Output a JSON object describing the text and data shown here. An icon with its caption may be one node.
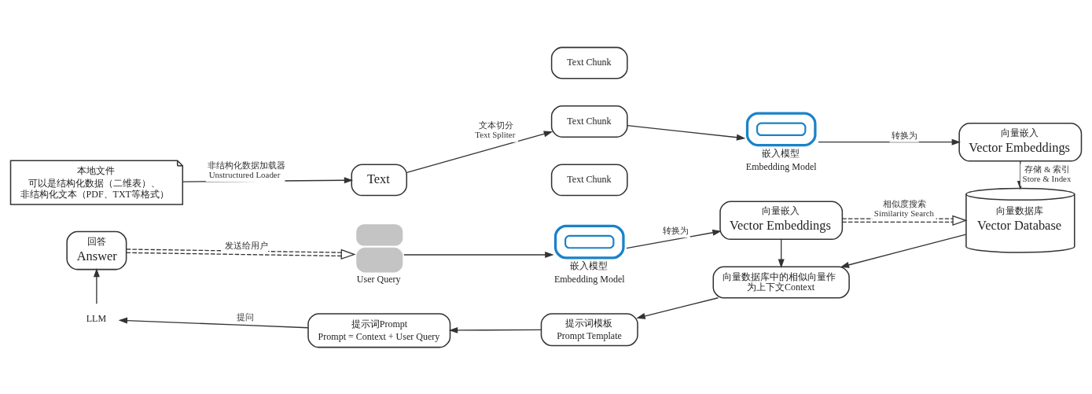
{
  "diagram": {
    "nodes": [
      {
        "text": [
          "本地文件",
          "可以是结构化数据（二维表）、非结构化文本（PDF、TXT等格式）"
        ]
      },
      {
        "text": [
          "Text"
        ]
      },
      {
        "text": [
          "Text Chunk"
        ]
      },
      {
        "text": [
          "Text Chunk"
        ]
      },
      {
        "text": [
          "Text Chunk"
        ]
      },
      {
        "text": [
          "嵌入模型",
          "Embedding Model"
        ]
      },
      {
        "text": [
          "向量嵌入",
          "Vector Embeddings"
        ]
      },
      {
        "text": [
          "回答",
          "Answer"
        ]
      },
      {
        "text": [
          "User Query"
        ]
      },
      {
        "text": [
          "嵌入模型",
          "Embedding Model"
        ]
      },
      {
        "text": [
          "向量嵌入",
          "Vector Embeddings"
        ]
      },
      {
        "text": [
          "向量数据库",
          "Vector Database"
        ]
      },
      {
        "text": [
          "LLM"
        ]
      },
      {
        "text": [
          "提示词Prompt",
          "Prompt = Context + User Query"
        ]
      },
      {
        "text": [
          "提示词模板",
          "Prompt Template"
        ]
      },
      {
        "text": [
          "向量数据库中的相似向量作为上下文Context"
        ]
      }
    ],
    "edges": [
      {
        "from": 0,
        "to": 1,
        "arrow": "to",
        "label": "非结构化数据加载器 Unstructured Loader"
      },
      {
        "from": 1,
        "to": 3,
        "arrow": "to",
        "label": "文本切分 Text Spliter"
      },
      {
        "from": 3,
        "to": 5,
        "arrow": "to"
      },
      {
        "from": 5,
        "to": 6,
        "arrow": "to",
        "label": "转换为"
      },
      {
        "from": 6,
        "to": 11,
        "arrow": "to",
        "label": "存储 & 索引 Store & Index"
      },
      {
        "from": 7,
        "to": 8,
        "arrow": "to",
        "label": "发送给用户",
        "style": "dashed"
      },
      {
        "from": 8,
        "to": 9,
        "arrow": "to"
      },
      {
        "from": 9,
        "to": 10,
        "arrow": "to",
        "label": "转换为"
      },
      {
        "from": 10,
        "to": 11,
        "arrow": "to",
        "label": "相似度搜索 Similarity Search",
        "style": "dashed"
      },
      {
        "from": 10,
        "to": 15,
        "arrow": "to"
      },
      {
        "from": 11,
        "to": 15,
        "arrow": "to"
      },
      {
        "from": 15,
        "to": 14,
        "arrow": "to"
      },
      {
        "from": 14,
        "to": 13,
        "arrow": "to"
      },
      {
        "from": 13,
        "to": 12,
        "arrow": "to",
        "label": "提问"
      },
      {
        "from": 12,
        "to": 7,
        "arrow": "to"
      }
    ]
  }
}
